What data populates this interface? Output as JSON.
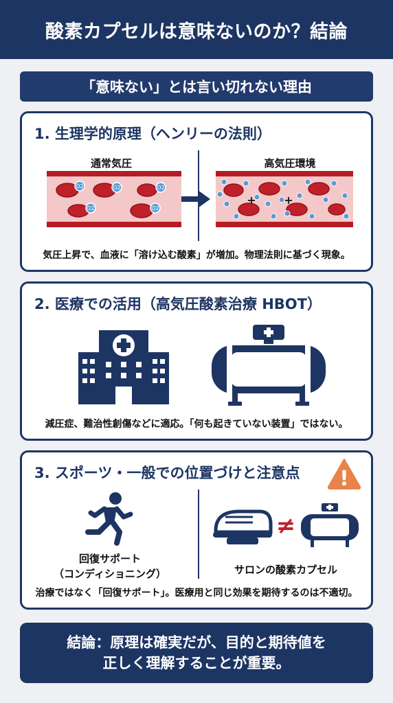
{
  "header": {
    "title": "酸素カプセルは意味ないのか？結論"
  },
  "banner": {
    "text": "「意味ない」とは言い切れない理由"
  },
  "section1": {
    "title": "1. 生理学的原理（ヘンリーの法則）",
    "left_label": "通常気圧",
    "right_label": "高気圧環境",
    "o2_symbol": "O",
    "o2_sub": "2",
    "plus": "+",
    "caption": "気圧上昇で、血液に「溶け込む酸素」が増加。物理法則に基づく現象。"
  },
  "section2": {
    "title": "2. 医療での活用（高気圧酸素治療 HBOT）",
    "caption": "減圧症、難治性創傷などに適応。「何も起きていない装置」ではない。"
  },
  "section3": {
    "title": "3. スポーツ・一般での位置づけと注意点",
    "left_label_line1": "回復サポート",
    "left_label_line2": "（コンディショニング）",
    "right_label": "サロンの酸素カプセル",
    "not_equal": "≠",
    "warning_mark": "!",
    "caption": "治療ではなく「回復サポート」。医療用と同じ効果を期待するのは不適切。"
  },
  "conclusion": {
    "line1": "結論：原理は確実だが、目的と期待値を",
    "line2": "正しく理解することが重要。"
  },
  "colors": {
    "navy": "#1d3563",
    "blood_red": "#c0202a",
    "plasma_pink": "#f4c8c8",
    "o2_blue": "#5b9bd5",
    "warning_orange": "#e8834a"
  }
}
